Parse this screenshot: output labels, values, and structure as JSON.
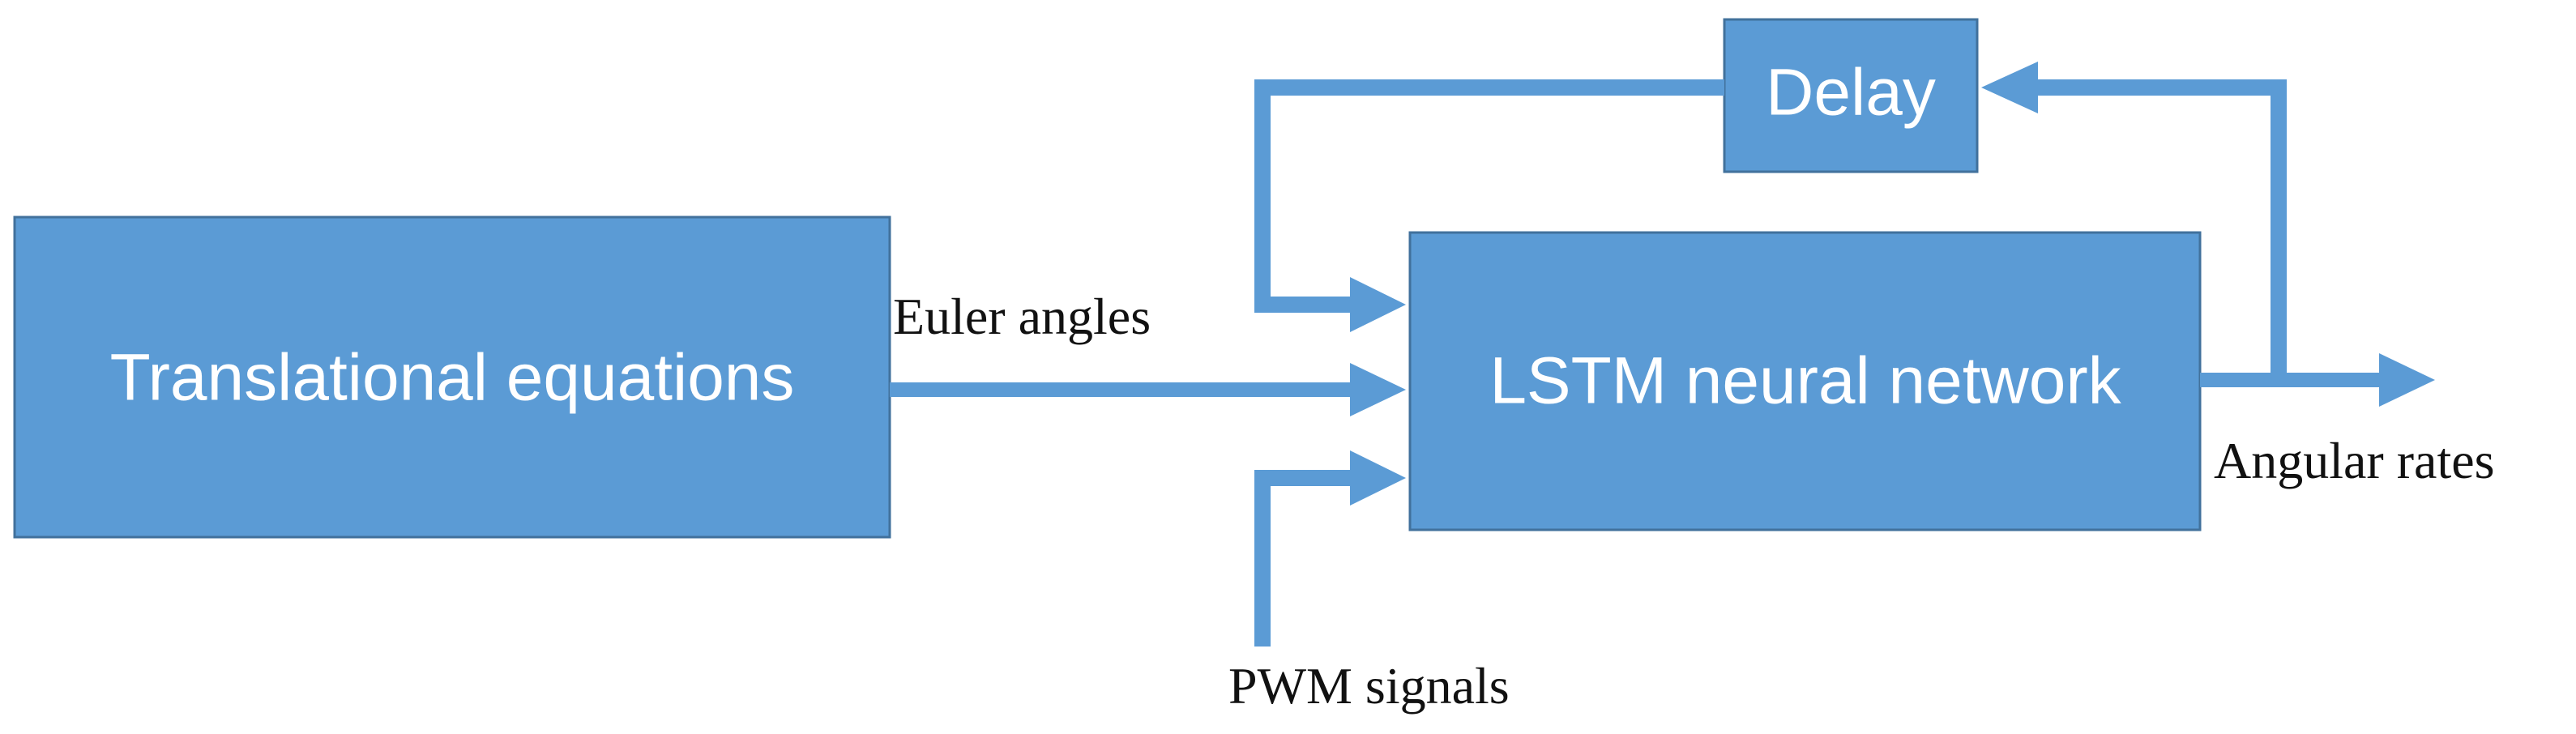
{
  "blocks": {
    "translational": "Translational equations",
    "lstm": "LSTM neural network",
    "delay": "Delay"
  },
  "signals": {
    "euler_angles": "Euler angles",
    "pwm_signals": "PWM signals",
    "angular_rates": "Angular rates"
  },
  "colors": {
    "block_fill": "#5B9BD5",
    "block_stroke": "#41719C",
    "arrow": "#5B9BD5"
  }
}
